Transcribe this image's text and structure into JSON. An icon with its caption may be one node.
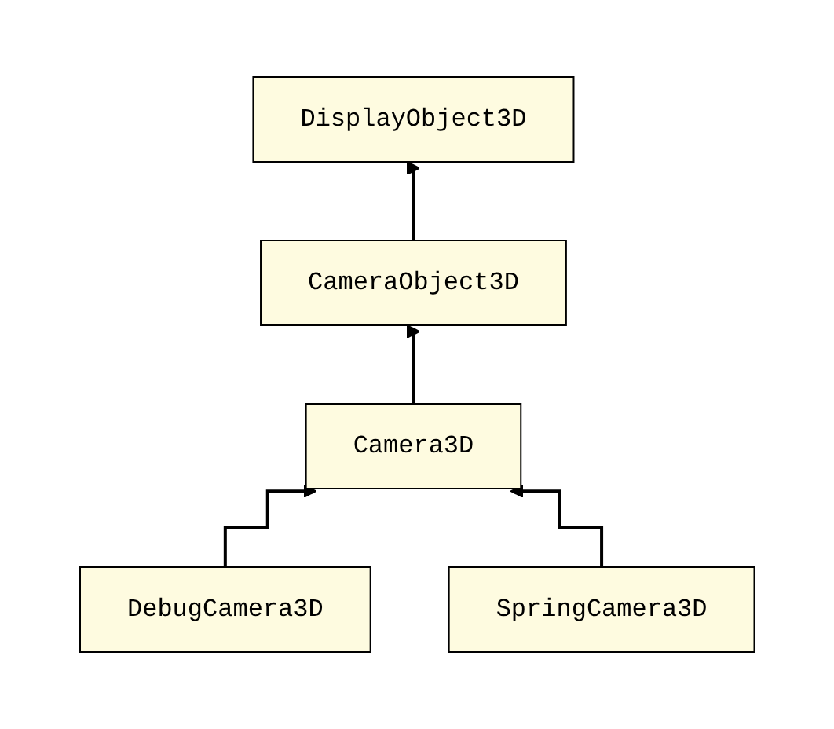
{
  "diagram": {
    "nodes": [
      {
        "text": [
          "DisplayObject3D"
        ]
      },
      {
        "text": [
          "CameraObject3D"
        ]
      },
      {
        "text": [
          "Camera3D"
        ]
      },
      {
        "text": [
          "DebugCamera3D"
        ]
      },
      {
        "text": [
          "SpringCamera3D"
        ]
      }
    ],
    "edges": [
      {
        "from": 1,
        "to": 0,
        "arrow": "to"
      },
      {
        "from": 2,
        "to": 1,
        "arrow": "to"
      },
      {
        "from": 3,
        "to": 2,
        "arrow": "to"
      },
      {
        "from": 4,
        "to": 2,
        "arrow": "to"
      }
    ]
  }
}
